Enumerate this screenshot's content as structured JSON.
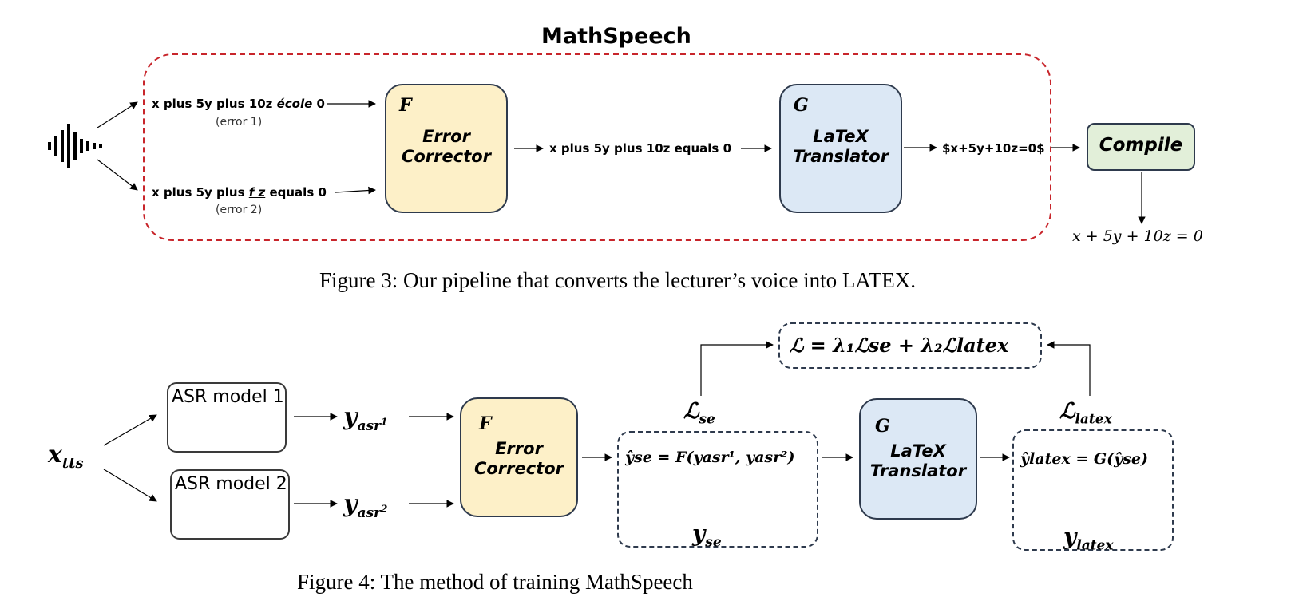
{
  "figure3": {
    "title": "MathSpeech",
    "input1": {
      "prefix": "x plus 5y plus 10z ",
      "error_word": "école",
      "suffix": " 0"
    },
    "note1": "(error 1)",
    "input2": {
      "prefix": "x plus 5y plus ",
      "error_word": "f z",
      "suffix": " equals 0"
    },
    "note2": "(error 2)",
    "corrector": {
      "letter": "F",
      "line1": "Error",
      "line2": "Corrector"
    },
    "corrected_text": "x plus 5y plus 10z equals 0",
    "translator": {
      "letter": "G",
      "line1": "LaTeX",
      "line2": "Translator"
    },
    "latex_output": "$x+5y+10z=0$",
    "compile_label": "Compile",
    "rendered_output": "x + 5y + 10z = 0",
    "caption": "Figure 3: Our pipeline that converts the lecturer’s voice into LATEX."
  },
  "figure4": {
    "input": "x",
    "input_sub": "tts",
    "asr1": "ASR model 1",
    "asr2": "ASR model 2",
    "y1": "y",
    "y1_sub": "asr",
    "y1_sup": "1",
    "y2": "y",
    "y2_sub": "asr",
    "y2_sup": "2",
    "corrector": {
      "letter": "F",
      "line1": "Error",
      "line2": "Corrector"
    },
    "translator": {
      "letter": "G",
      "line1": "LaTeX",
      "line2": "Translator"
    },
    "se_formula": "ŷse = F(yasr¹, yasr²)",
    "se_target": "y",
    "se_target_sub": "se",
    "latex_formula": "ŷlatex = G(ŷse)",
    "latex_target": "y",
    "latex_target_sub": "latex",
    "loss_se": "ℒ",
    "loss_se_sub": "se",
    "loss_latex": "ℒ",
    "loss_latex_sub": "latex",
    "total_loss": "ℒ = λ₁ℒse + λ₂ℒlatex",
    "caption": "Figure 4: The method of training MathSpeech"
  }
}
